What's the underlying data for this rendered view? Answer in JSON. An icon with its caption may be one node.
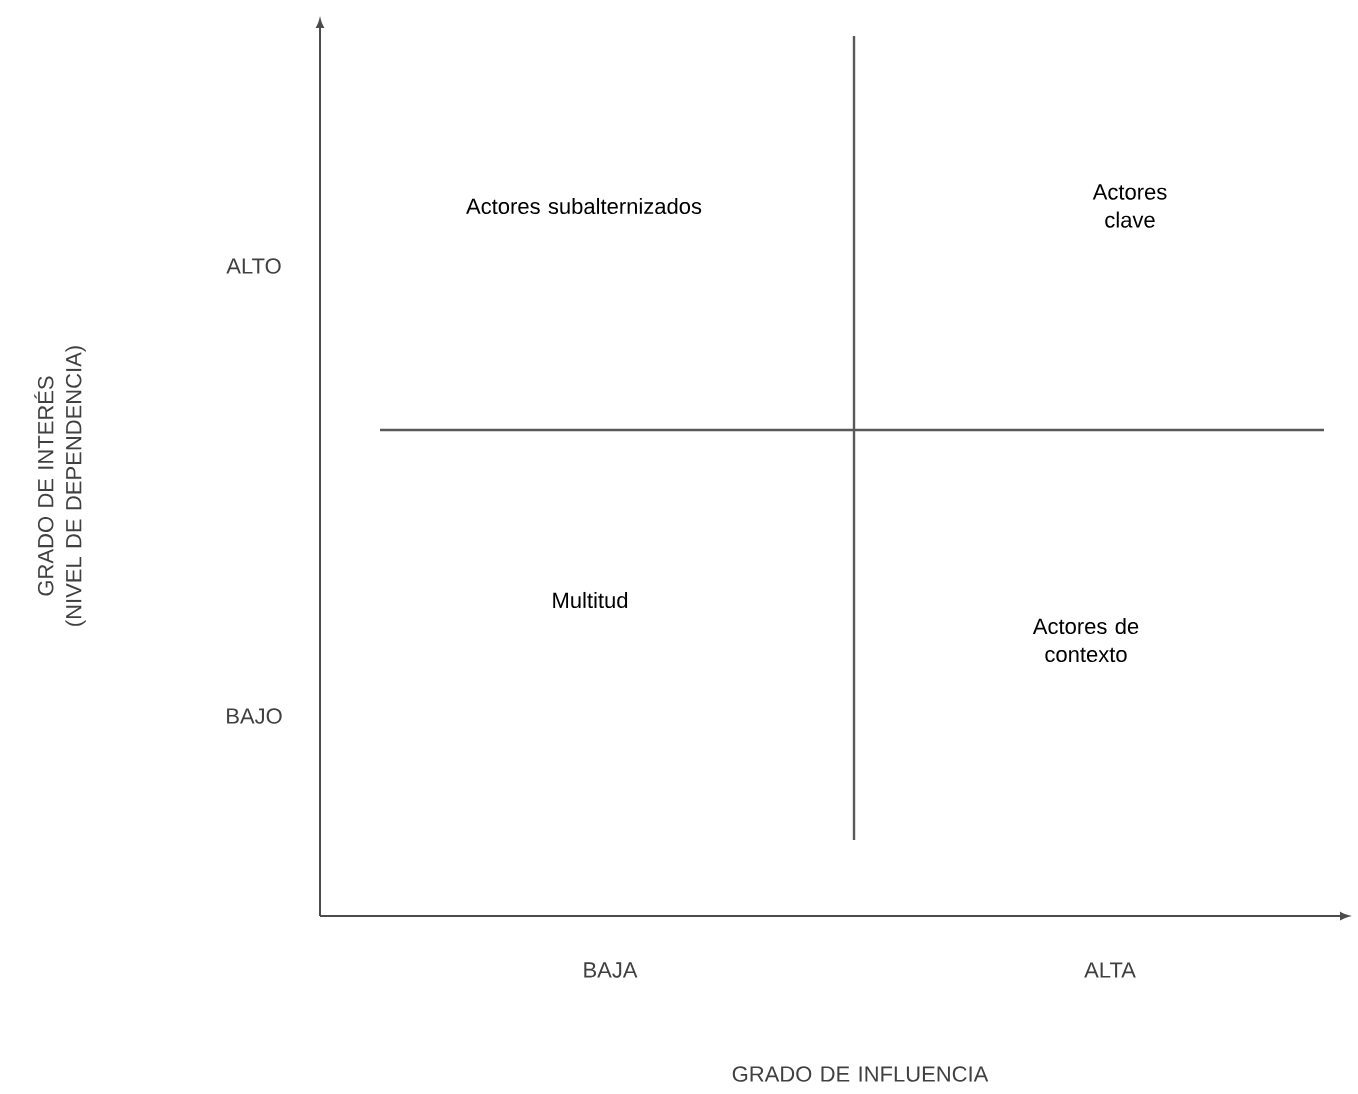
{
  "diagram": {
    "labels": [
      "GRADO DE INTERÉS (NIVEL DE DEPENDENCIA)",
      "ALTO",
      "Actores subalternizados",
      "Actores clave",
      "Multitud",
      "Actores de contexto",
      "BAJO",
      "BAJA",
      "ALTA",
      "GRADO DE INFLUENCIA"
    ]
  }
}
